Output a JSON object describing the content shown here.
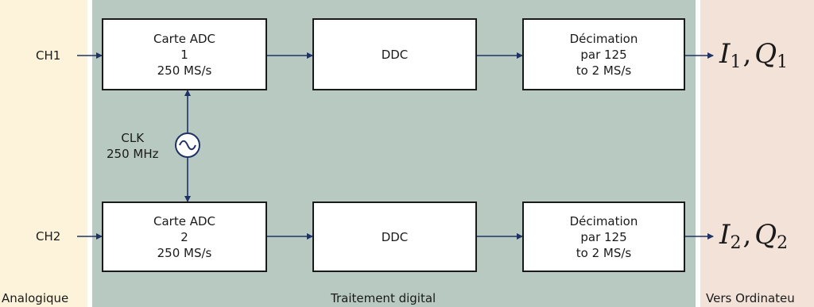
{
  "zones": {
    "analog_label": "Analogique",
    "digital_label": "Traitement digital",
    "pc_label": "Vers Ordinateu"
  },
  "colors": {
    "analog_bg": "#fcf3da",
    "digital_bg": "#b7c9c1",
    "pc_bg": "#f3e2d7",
    "wire": "#1e3264"
  },
  "clock": {
    "label_line1": "CLK",
    "label_line2": "250 MHz",
    "icon": "oscillator-icon"
  },
  "channels": [
    {
      "input": "CH1",
      "adc": {
        "line1": "Carte ADC",
        "line2": "1",
        "line3": "250 MS/s"
      },
      "ddc": "DDC",
      "decim": {
        "line1": "Décimation",
        "line2": "par 125",
        "line3": "to 2 MS/s"
      },
      "out_i": "I",
      "out_i_sub": "1",
      "out_sep": ",",
      "out_q": "Q",
      "out_q_sub": "1"
    },
    {
      "input": "CH2",
      "adc": {
        "line1": "Carte ADC",
        "line2": "2",
        "line3": "250 MS/s"
      },
      "ddc": "DDC",
      "decim": {
        "line1": "Décimation",
        "line2": "par 125",
        "line3": "to 2 MS/s"
      },
      "out_i": "I",
      "out_i_sub": "2",
      "out_sep": ",",
      "out_q": "Q",
      "out_q_sub": "2"
    }
  ]
}
